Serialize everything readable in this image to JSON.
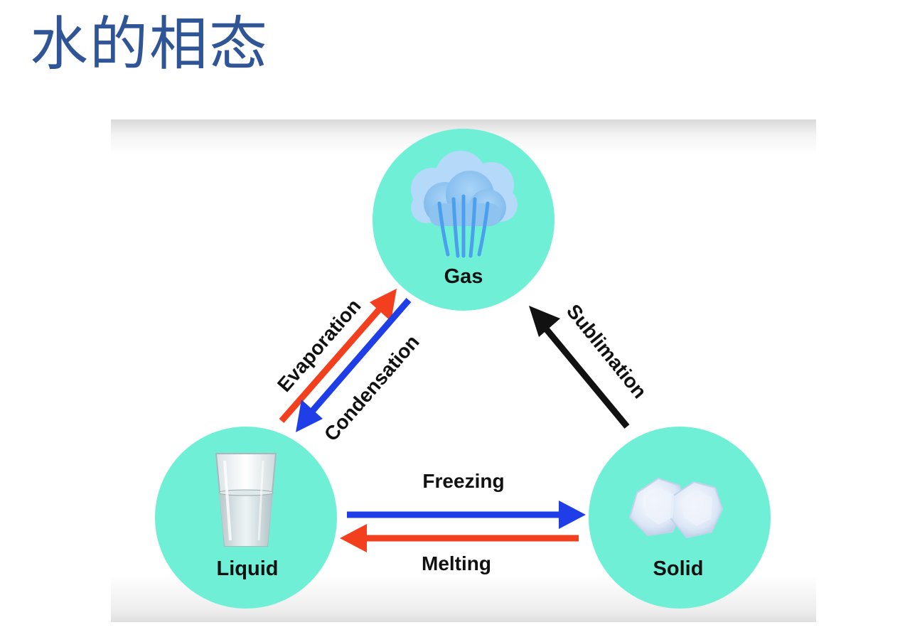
{
  "slide": {
    "title": "水的相态"
  },
  "diagram": {
    "nodes": {
      "gas": {
        "label": "Gas",
        "icon": "steam-cloud-icon"
      },
      "liquid": {
        "label": "Liquid",
        "icon": "water-glass-icon"
      },
      "solid": {
        "label": "Solid",
        "icon": "ice-cubes-icon"
      }
    },
    "transitions": {
      "evaporation": {
        "label": "Evaporation",
        "from": "Liquid",
        "to": "Gas"
      },
      "condensation": {
        "label": "Condensation",
        "from": "Gas",
        "to": "Liquid"
      },
      "sublimation": {
        "label": "Sublimation",
        "from": "Solid",
        "to": "Gas"
      },
      "freezing": {
        "label": "Freezing",
        "from": "Liquid",
        "to": "Solid"
      },
      "melting": {
        "label": "Melting",
        "from": "Solid",
        "to": "Liquid"
      }
    },
    "colors": {
      "node_fill": "#6ff0d6",
      "heating_arrow": "#f2401f",
      "cooling_arrow": "#1f3ee8",
      "sublimation_arrow": "#111111",
      "title": "#2f5597"
    }
  }
}
